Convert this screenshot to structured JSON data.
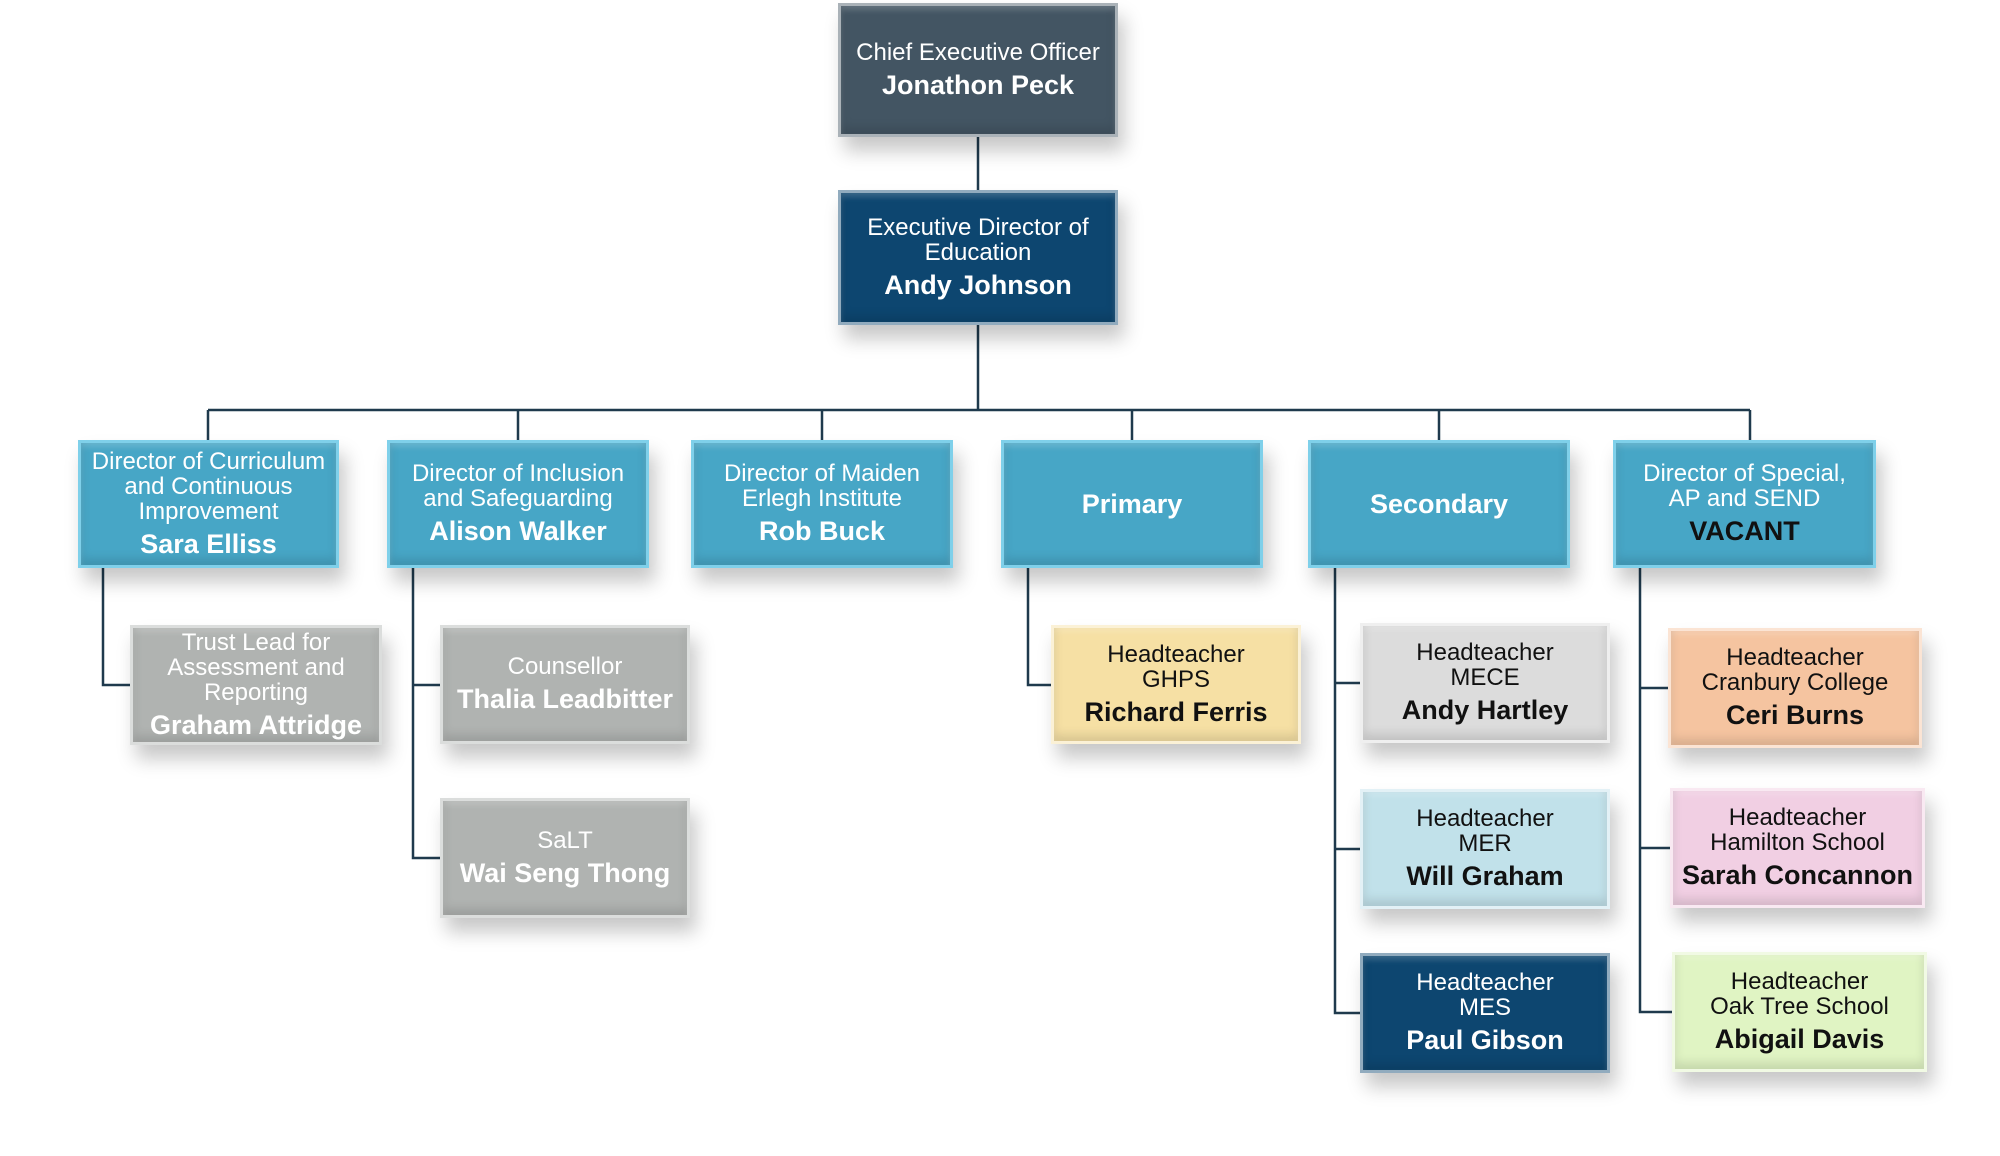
{
  "colors": {
    "ceo": "#435563",
    "navy": "#0d4670",
    "teal": "#47a6c6",
    "teal_border": "#7fd0ea",
    "grey": "#b0b3b1",
    "yellow": "#f6e0a4",
    "lightgrey": "#dcdcdc",
    "lightblue": "#c1e1ea",
    "peach": "#f5c4a0",
    "pink": "#f1cfe3",
    "green": "#e0f4c3",
    "line": "#1f3a4d"
  },
  "nodes": {
    "ceo": {
      "role": "Chief Executive Officer",
      "name": "Jonathon Peck"
    },
    "exec": {
      "role": "Executive Director of\nEducation",
      "name": "Andy Johnson"
    },
    "curriculum": {
      "role": "Director of Curriculum\nand Continuous\nImprovement",
      "name": "Sara Elliss"
    },
    "inclusion": {
      "role": "Director of Inclusion\nand Safeguarding",
      "name": "Alison Walker"
    },
    "maiden": {
      "role": "Director of Maiden\nErlegh Institute",
      "name": "Rob Buck"
    },
    "primary": {
      "role": "",
      "name": "Primary"
    },
    "secondary": {
      "role": "",
      "name": "Secondary"
    },
    "special": {
      "role": "Director of Special,\nAP and SEND",
      "name": "VACANT"
    },
    "trust_lead": {
      "role": "Trust Lead for\nAssessment and\nReporting",
      "name": "Graham Attridge"
    },
    "counsellor": {
      "role": "Counsellor",
      "name": "Thalia Leadbitter"
    },
    "salt": {
      "role": "SaLT",
      "name": "Wai Seng Thong"
    },
    "ghps": {
      "role": "Headteacher\nGHPS",
      "name": "Richard Ferris"
    },
    "mece": {
      "role": "Headteacher\nMECE",
      "name": "Andy Hartley"
    },
    "mer": {
      "role": "Headteacher\nMER",
      "name": "Will Graham"
    },
    "mes": {
      "role": "Headteacher\nMES",
      "name": "Paul Gibson"
    },
    "cranbury": {
      "role": "Headteacher\nCranbury College",
      "name": "Ceri Burns"
    },
    "hamilton": {
      "role": "Headteacher\nHamilton School",
      "name": "Sarah Concannon"
    },
    "oaktree": {
      "role": "Headteacher\nOak Tree School",
      "name": "Abigail Davis"
    }
  }
}
